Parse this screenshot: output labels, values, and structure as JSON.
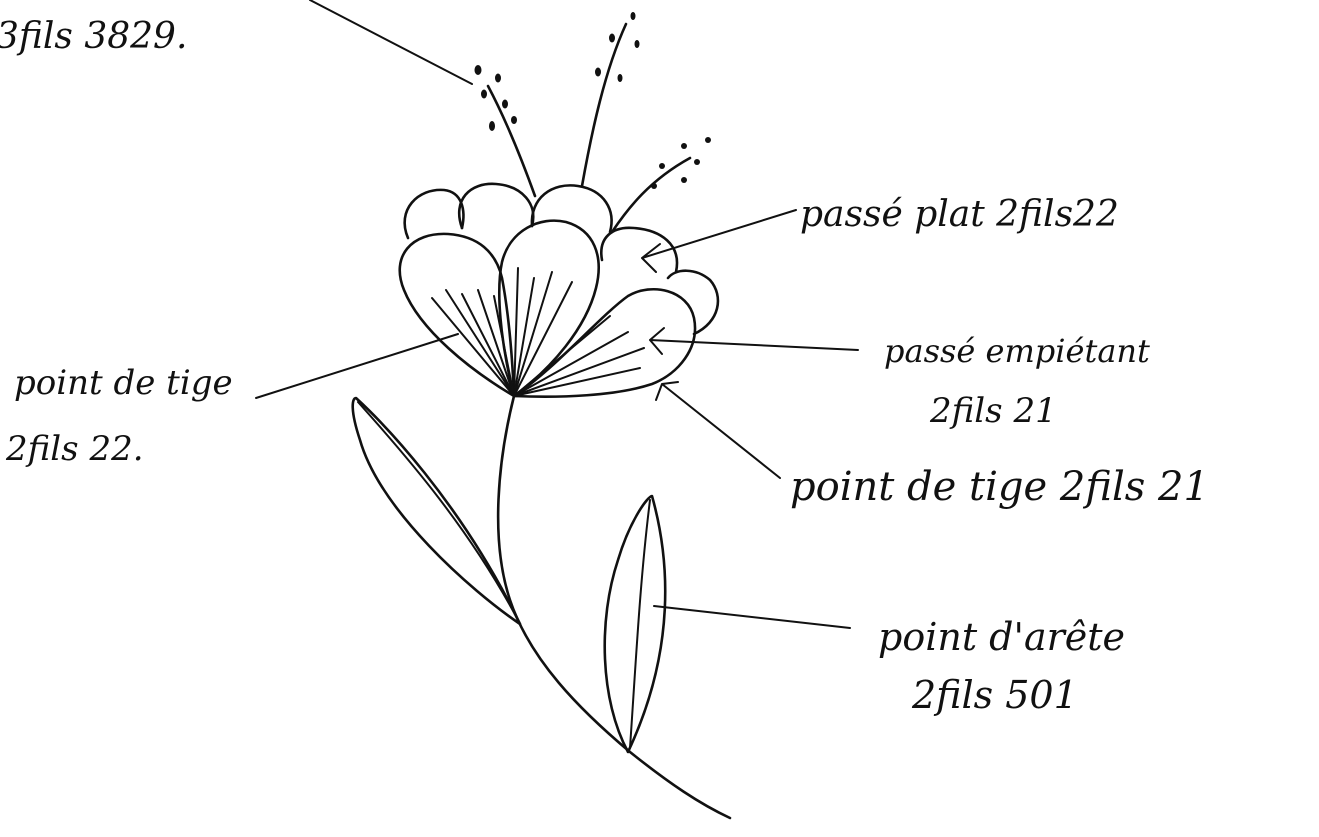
{
  "labels": {
    "top_left": "3fils 3829.",
    "passe_plat": "passé plat 2fils22",
    "passe_empietant_line1": "passé empiétant",
    "passe_empietant_line2": "2fils 21",
    "point_de_tige_left_line1": "point de tige",
    "point_de_tige_left_line2": "2fils 22.",
    "point_de_tige_right": "point de tige 2fils 21",
    "point_arete_line1": "point d'arête",
    "point_arete_line2": "2fils 501"
  },
  "colors": {
    "ink": "#111111",
    "paper": "#ffffff"
  }
}
